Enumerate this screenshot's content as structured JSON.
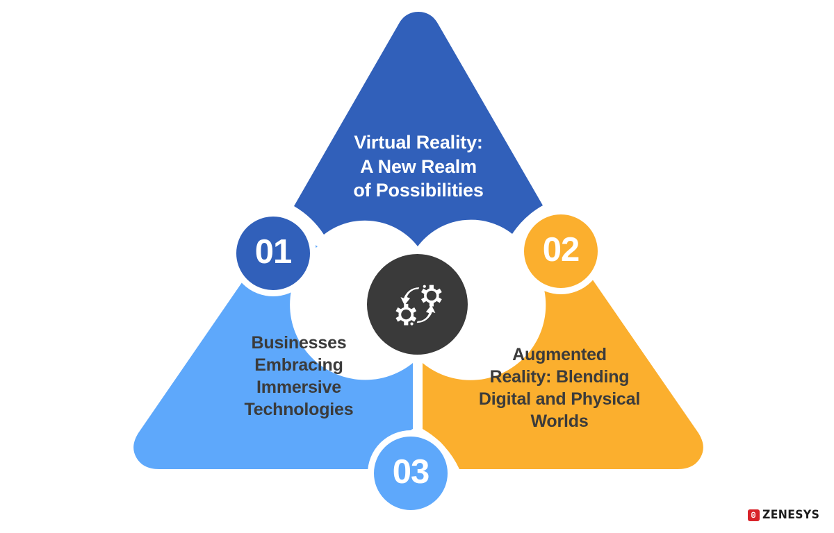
{
  "graphic": {
    "type": "three-part-triangle-infographic",
    "background_color": "#ffffff"
  },
  "palette": {
    "dark_blue": "#3160ba",
    "light_blue": "#5ea8fb",
    "orange": "#fbaf2e",
    "charcoal": "#3a3a3a",
    "white": "#ffffff",
    "logo_red": "#d8232a"
  },
  "segments": [
    {
      "id": "top",
      "badge": "01",
      "badge_color": "#3160ba",
      "fill_color": "#3160ba",
      "text_color": "#ffffff",
      "label": "Virtual Reality:\nA New Realm\nof Possibilities"
    },
    {
      "id": "right",
      "badge": "02",
      "badge_color": "#fbaf2e",
      "fill_color": "#fbaf2e",
      "text_color": "#3b3b3b",
      "label": "Augmented\nReality: Blending\nDigital and Physical\nWorlds"
    },
    {
      "id": "left",
      "badge": "03",
      "badge_color": "#5ea8fb",
      "fill_color": "#5ea8fb",
      "text_color": "#3b3b3b",
      "label": "Businesses\nEmbracing\nImmersive\nTechnologies"
    }
  ],
  "center": {
    "icon": "gears-process-icon",
    "circle_color": "#3a3a3a",
    "icon_color": "#ffffff"
  },
  "logo": {
    "mark_icon": "zenesys-mark-icon",
    "mark_color": "#d8232a",
    "wordmark": "ZENESYS"
  }
}
